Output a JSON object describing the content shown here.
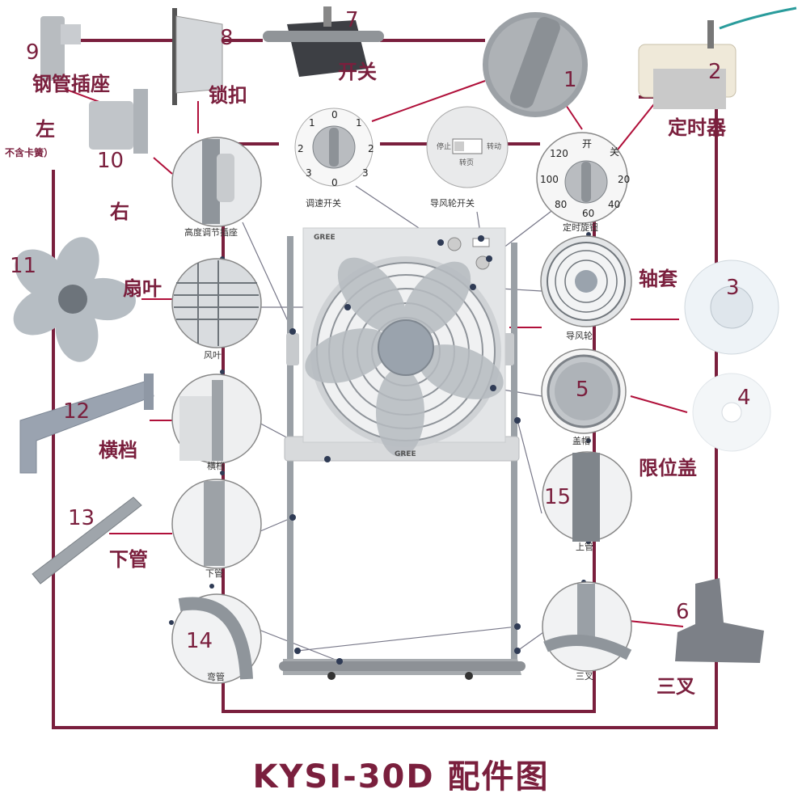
{
  "title": "KYSI-30D 配件图",
  "brand": "GREE",
  "parts": [
    {
      "num": "1",
      "label": ""
    },
    {
      "num": "2",
      "label": "定时器"
    },
    {
      "num": "3",
      "label": "轴套"
    },
    {
      "num": "4",
      "label": "限位盖"
    },
    {
      "num": "5",
      "label": ""
    },
    {
      "num": "6",
      "label": "三叉"
    },
    {
      "num": "7",
      "label": "开关"
    },
    {
      "num": "8",
      "label": "锁扣"
    },
    {
      "num": "9",
      "label": "钢管插座"
    },
    {
      "num": "10",
      "label": "右"
    },
    {
      "num": "11",
      "label": "扇叶"
    },
    {
      "num": "12",
      "label": "横档"
    },
    {
      "num": "13",
      "label": "下管"
    },
    {
      "num": "14",
      "label": ""
    },
    {
      "num": "15",
      "label": ""
    }
  ],
  "left_label": "左",
  "left_note": "不含卡簧）",
  "callouts": {
    "speed_switch": "调速开关",
    "guide_switch": "导风轮开关",
    "timer_knob": "定时旋钮",
    "height_socket": "高度调节插座",
    "fan_blade": "风叶",
    "guide_wheel": "导风轮",
    "cover": "盖帽",
    "crossbar": "横档",
    "upper_tube": "上管",
    "lower_tube": "下管",
    "bend_tube": "弯管",
    "tee": "三叉"
  },
  "speed_dial": [
    "0",
    "1",
    "2",
    "3",
    "2",
    "1",
    "0",
    "3"
  ],
  "switch_labels": {
    "left": "停止",
    "right": "转动",
    "bottom": "转页"
  },
  "timer_dial": {
    "top": "开",
    "top_right": "关",
    "marks": [
      "120",
      "100",
      "80",
      "60",
      "40",
      "20"
    ]
  },
  "colors": {
    "frame": "#7a1f3d",
    "text": "#7a1f3d",
    "leader": "#b0103a"
  }
}
